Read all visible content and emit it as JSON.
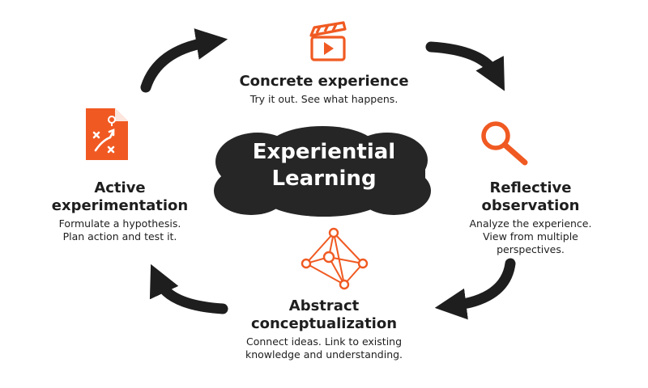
{
  "center": {
    "line1": "Experiential",
    "line2": "Learning"
  },
  "stages": {
    "concrete": {
      "title": "Concrete experience",
      "desc1": "Try it out. See what happens."
    },
    "reflective": {
      "title1": "Reflective",
      "title2": "observation",
      "desc1": "Analyze the experience.",
      "desc2": "View from multiple perspectives."
    },
    "abstract": {
      "title1": "Abstract",
      "title2": "conceptualization",
      "desc1": "Connect ideas. Link to existing",
      "desc2": "knowledge and understanding."
    },
    "active": {
      "title1": "Active",
      "title2": "experimentation",
      "desc1": "Formulate a hypothesis.",
      "desc2": "Plan action and test it."
    }
  },
  "colors": {
    "accent": "#f05a22",
    "dark": "#1e1e1e",
    "background": "#ffffff"
  },
  "icons": [
    "clapperboard-icon",
    "magnifier-icon",
    "network-icon",
    "plan-document-icon"
  ]
}
